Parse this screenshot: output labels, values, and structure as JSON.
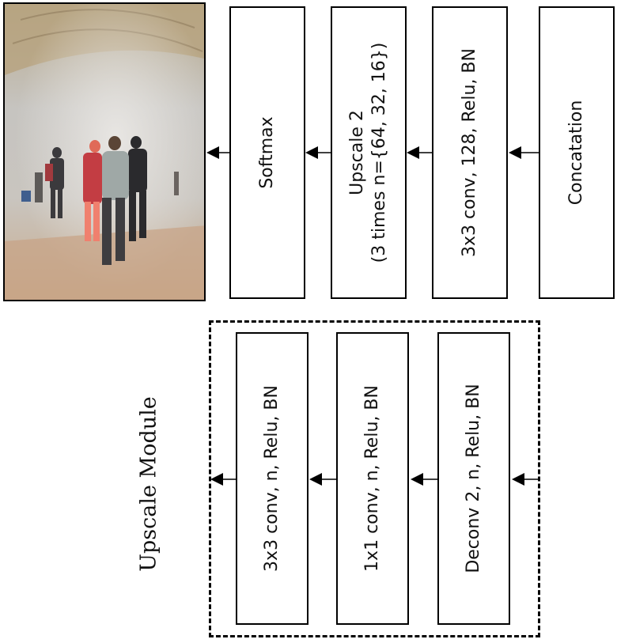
{
  "top_row": {
    "softmax": "Softmax",
    "upscale_line1": "Upscale 2",
    "upscale_line2": "(3 times n={64, 32, 16})",
    "conv": "3x3 conv, 128, Relu, BN",
    "concat": "Concatation"
  },
  "upscale_module": {
    "title": "Upscale Module",
    "conv3": "3x3 conv, n, Relu, BN",
    "conv1": "1x1 conv, n, Relu, BN",
    "deconv": "Deconv 2, n, Relu, BN"
  }
}
